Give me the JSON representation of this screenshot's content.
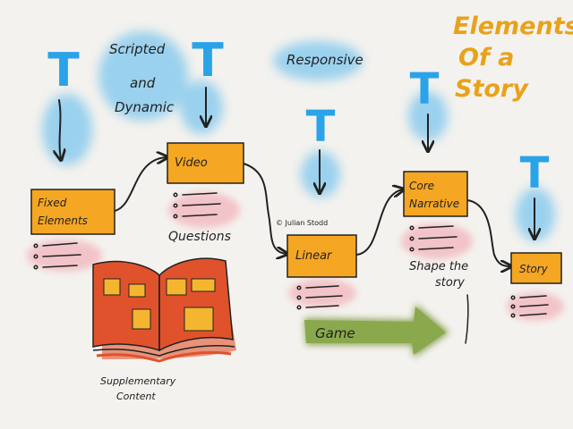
{
  "title": {
    "line1": "Elements",
    "line2": "Of a",
    "line3": "Story",
    "color": "#e8a21a"
  },
  "annotations": {
    "scripted_1": "Scripted",
    "scripted_2": "and",
    "scripted_3": "Dynamic",
    "responsive": "Responsive",
    "credit": "© Julian Stodd",
    "questions": "Questions",
    "shape_1": "Shape the",
    "shape_2": "story",
    "supp_1": "Supplementary",
    "supp_2": "Content"
  },
  "nodes": {
    "fixed_1": "Fixed",
    "fixed_2": "Elements",
    "video": "Video",
    "linear": "Linear",
    "core_1": "Core",
    "core_2": "Narrative",
    "story": "Story"
  },
  "game_arrow": {
    "label": "Game",
    "color": "#7f9a46"
  },
  "t_glyph": "T",
  "colors": {
    "node_fill": "#f5a623",
    "node_stroke": "#222222",
    "blue_wash": "#7cc6ee",
    "pink_wash": "#f2b8bf",
    "book": "#e0522c",
    "book_page": "#f5b62f"
  }
}
